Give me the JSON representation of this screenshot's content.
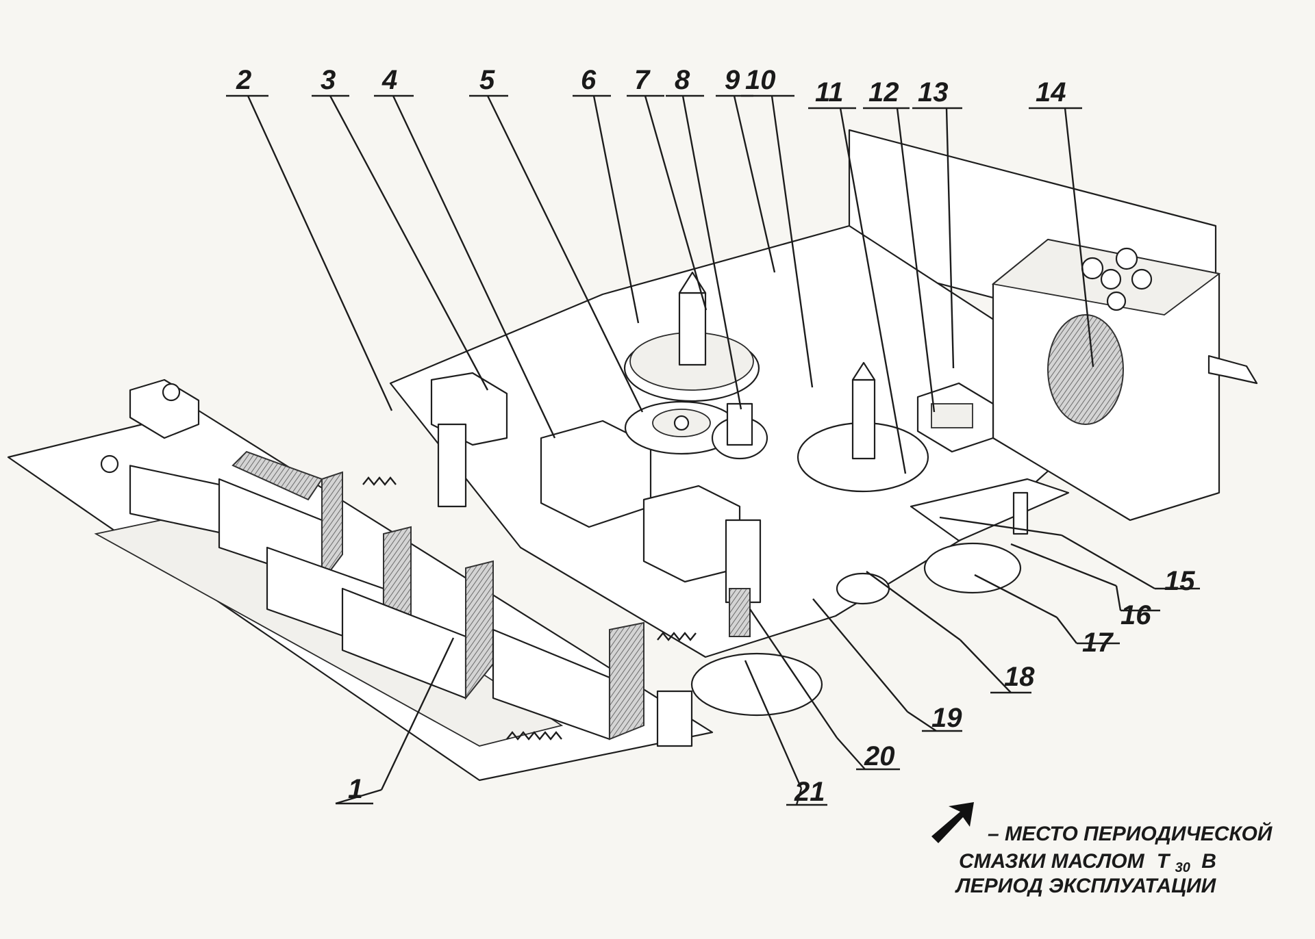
{
  "callouts": [
    {
      "id": "1",
      "label": "1"
    },
    {
      "id": "2",
      "label": "2"
    },
    {
      "id": "3",
      "label": "3"
    },
    {
      "id": "4",
      "label": "4"
    },
    {
      "id": "5",
      "label": "5"
    },
    {
      "id": "6",
      "label": "6"
    },
    {
      "id": "7",
      "label": "7"
    },
    {
      "id": "8",
      "label": "8"
    },
    {
      "id": "9",
      "label": "9"
    },
    {
      "id": "10",
      "label": "10"
    },
    {
      "id": "11",
      "label": "11"
    },
    {
      "id": "12",
      "label": "12"
    },
    {
      "id": "13",
      "label": "13"
    },
    {
      "id": "14",
      "label": "14"
    },
    {
      "id": "15",
      "label": "15"
    },
    {
      "id": "16",
      "label": "16"
    },
    {
      "id": "17",
      "label": "17"
    },
    {
      "id": "18",
      "label": "18"
    },
    {
      "id": "19",
      "label": "19"
    },
    {
      "id": "20",
      "label": "20"
    },
    {
      "id": "21",
      "label": "21"
    }
  ],
  "legend": {
    "line1": "– МЕСТО ПЕРИОДИЧЕСКОЙ",
    "line2_pre": "СМАЗКИ МАСЛОМ",
    "oil_name": "T",
    "oil_sub": "30",
    "line2_post": "B",
    "line3": "ЛЕРИОД ЭКСПЛУАТАЦИИ",
    "arrow_icon": "lubrication-arrow-icon"
  },
  "colors": {
    "ink": "#1c1c1c",
    "paper": "#f7f6f2",
    "hatch": "#9a9a9a"
  }
}
